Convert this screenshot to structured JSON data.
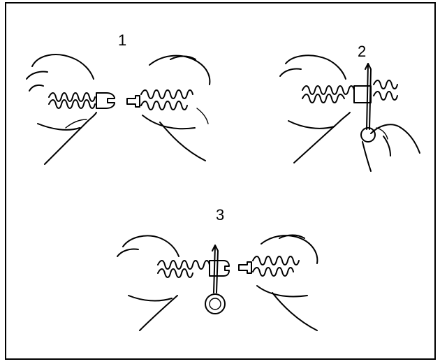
{
  "steps": [
    {
      "number": "1"
    },
    {
      "number": "2"
    },
    {
      "number": "3"
    }
  ],
  "colors": {
    "ink": "#000000",
    "paper": "#ffffff"
  }
}
